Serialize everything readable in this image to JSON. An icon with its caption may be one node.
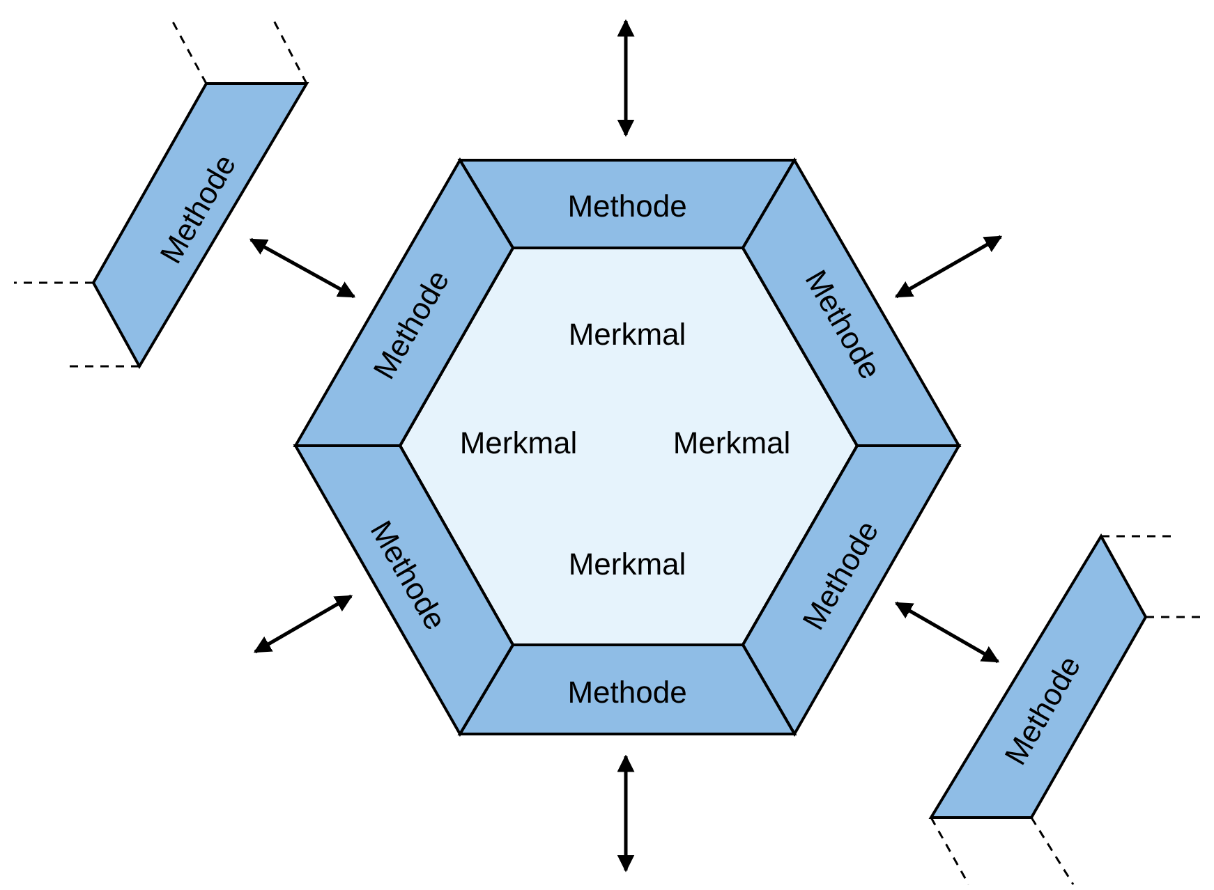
{
  "diagram": {
    "nodes": [
      {
        "text": [
          "Merkmal",
          "Merkmal",
          "Merkmal",
          "Merkmal"
        ]
      },
      {
        "text": [
          "Methode"
        ]
      },
      {
        "text": [
          "Methode"
        ]
      },
      {
        "text": [
          "Methode"
        ]
      },
      {
        "text": [
          "Methode"
        ]
      },
      {
        "text": [
          "Methode"
        ]
      },
      {
        "text": [
          "Methode"
        ]
      },
      {
        "text": [
          "Methode"
        ]
      },
      {
        "text": [
          "Methode"
        ]
      }
    ],
    "edges": [
      {
        "from": 1,
        "to": null,
        "arrow": "both"
      },
      {
        "from": 2,
        "to": null,
        "arrow": "both"
      },
      {
        "from": 3,
        "to": 8,
        "arrow": "both"
      },
      {
        "from": 4,
        "to": null,
        "arrow": "both"
      },
      {
        "from": 5,
        "to": null,
        "arrow": "both"
      },
      {
        "from": 6,
        "to": 7,
        "arrow": "both"
      }
    ]
  }
}
